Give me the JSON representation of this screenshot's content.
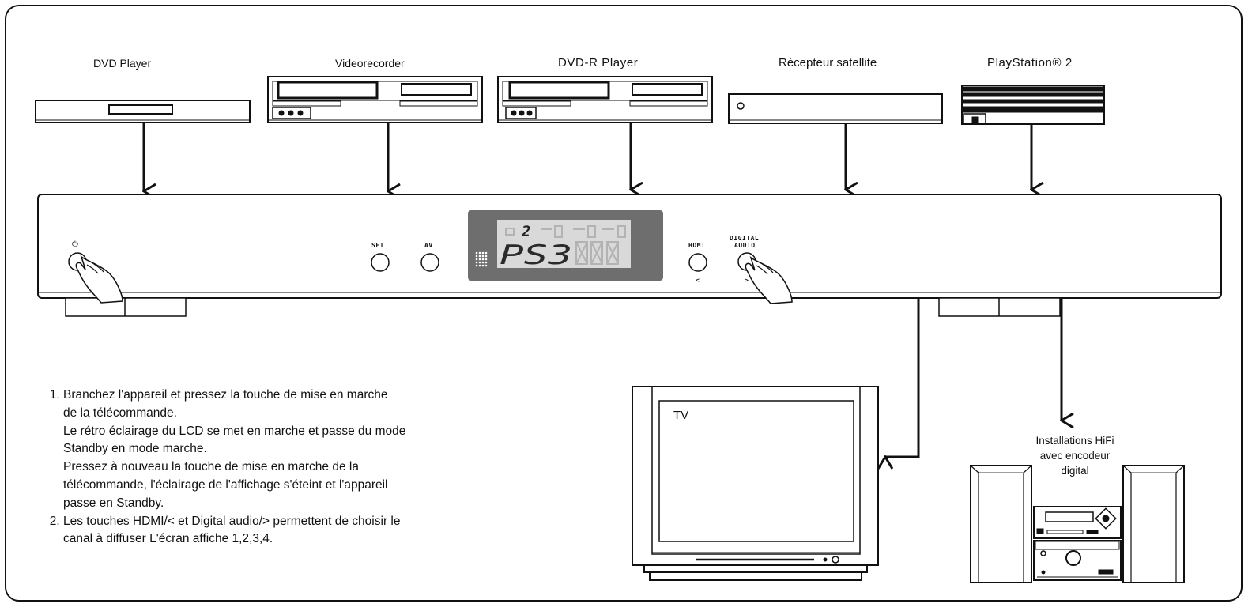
{
  "devices": {
    "dvd_player": "DVD Player",
    "videorecorder": "Videorecorder",
    "dvdr_player": "DVD-R Player",
    "satellite": "Récepteur satellite",
    "playstation": "PlayStation® 2"
  },
  "switch_panel": {
    "power_symbol": "⏻",
    "set_label": "SET",
    "av_label": "AV",
    "hdmi_label": "HDMI",
    "hdmi_arrow": "<",
    "digital_label_1": "DIGITAL",
    "digital_label_2": "AUDIO",
    "digital_arrow": ">",
    "lcd_top_digit": "2",
    "lcd_main_text": "PS3"
  },
  "tv": {
    "label": "TV"
  },
  "hifi": {
    "line1": "Installations HiFi",
    "line2": "avec encodeur",
    "line3": "digital"
  },
  "instructions": {
    "step1": {
      "line1": "Branchez l'appareil et pressez la touche de mise en marche",
      "line2": "de la télécommande.",
      "line3": "Le rétro éclairage du LCD se met en marche et passe du mode",
      "line4": "Standby en mode marche.",
      "line5": "Pressez à nouveau la touche de mise en marche de la",
      "line6": "télécommande, l'éclairage de l'affichage s'éteint et l'appareil",
      "line7": "passe en Standby."
    },
    "step2": {
      "line1": "Les touches HDMI/< et Digital audio/> permettent de choisir le",
      "line2": "canal à diffuser L'écran affiche 1,2,3,4."
    }
  },
  "colors": {
    "line": "#111111",
    "lcd_panel": "#6e6e6e",
    "lcd_screen": "#d9d9d9"
  }
}
